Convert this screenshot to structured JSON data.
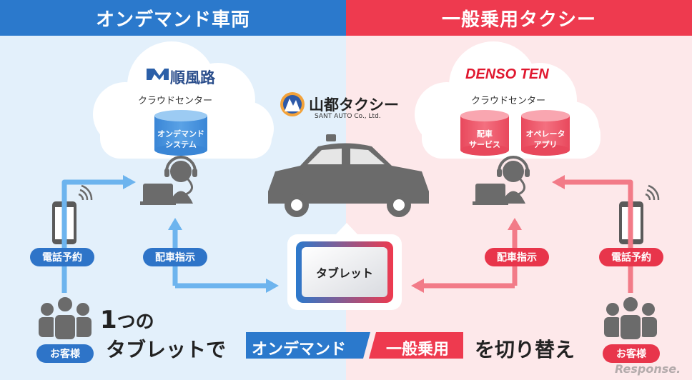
{
  "header": {
    "left_title": "オンデマンド車両",
    "right_title": "一般乗用タクシー"
  },
  "left": {
    "brand": "順風路",
    "cloud_label": "クラウドセンター",
    "system_line1": "オンデマンド",
    "system_line2": "システム",
    "phone_label": "電話予約",
    "dispatch_label": "配車指示",
    "customer_label": "お客様"
  },
  "right": {
    "brand": "DENSO TEN",
    "cloud_label": "クラウドセンター",
    "service_line1": "配車",
    "service_line2": "サービス",
    "app_line1": "オペレータ",
    "app_line2": "アプリ",
    "phone_label": "電話予約",
    "dispatch_label": "配車指示",
    "customer_label": "お客様"
  },
  "center": {
    "company_name": "山都タクシー",
    "company_sub": "SANT AUTO Co., Ltd.",
    "tablet_label": "タブレット"
  },
  "bottom": {
    "line1_a": "1",
    "line1_b": "つの",
    "line2": "タブレットで",
    "tag_ondemand": "オンデマンド",
    "tag_general": "一般乗用",
    "suffix": "を切り替え"
  },
  "watermark": "Response.",
  "colors": {
    "blue": "#2b79cc",
    "red": "#ee3a4f",
    "arrow_blue": "#6db4ee",
    "arrow_red": "#f27b88",
    "icon_gray": "#6b6b6b"
  }
}
